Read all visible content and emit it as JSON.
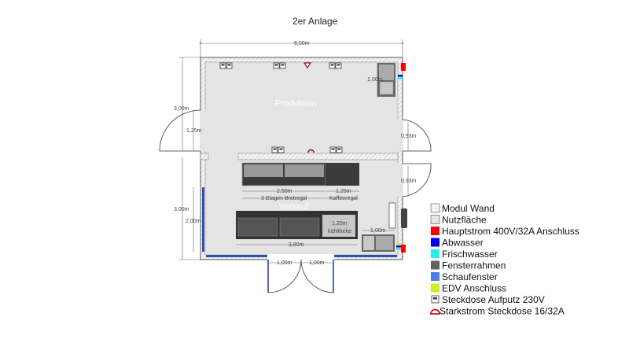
{
  "title": "2er Anlage",
  "rooms": {
    "production": "Produktion",
    "sales": "Verkauf"
  },
  "dimensions": {
    "total_width": "6,00m",
    "left_upper_height": "3,00m",
    "left_lower_height": "3,00m",
    "left_door_width": "1,25m",
    "shop_window_height": "2,00m",
    "right_upper_door": "0,93m",
    "right_lower_door": "0,93m",
    "sink_upper": "1,00m",
    "bread_shelf_width": "2,50m",
    "coffee_shelf_width": "1,20m",
    "counter_width": "3,80m",
    "cooler_width": "1,20m",
    "sink_lower": "1,00m",
    "front_door_left": "1,00m",
    "front_door_right": "1,00m"
  },
  "fixtures": {
    "bread_shelf": "3 Etagen Brotregal",
    "coffee_shelf": "Kaffeeregal",
    "cooler": "kühltheke"
  },
  "legend": [
    {
      "label": "Modul Wand",
      "color": "#f2f2f2"
    },
    {
      "label": "Nutzfläche",
      "color": "#e4e4e4"
    },
    {
      "label": "Hauptstrom 400V/32A Anschluss",
      "color": "#ff0000"
    },
    {
      "label": "Abwasser",
      "color": "#0000ee"
    },
    {
      "label": "Frischwasser",
      "color": "#22f0f0"
    },
    {
      "label": "Fensterrahmen",
      "color": "#606060"
    },
    {
      "label": "Schaufenster",
      "color": "#4a7ee8"
    },
    {
      "label": "EDV Anschluss",
      "color": "#ccee22"
    },
    {
      "label": "Steckdose Aufputz 230V",
      "icon": "socket-icon"
    },
    {
      "label": "Starkstrom Steckdose 16/32A",
      "icon": "power-socket-icon"
    }
  ]
}
